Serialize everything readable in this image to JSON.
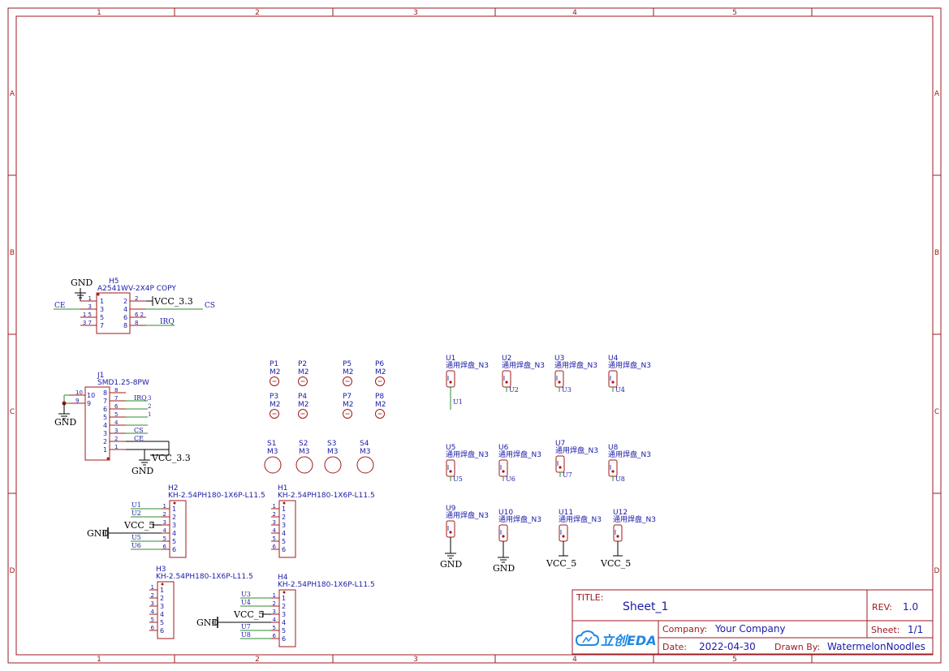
{
  "frame": {
    "columns": [
      "1",
      "2",
      "3",
      "4",
      "5"
    ],
    "rows": [
      "A",
      "B",
      "C",
      "D"
    ]
  },
  "colors": {
    "frame": "#9e1b20",
    "part": "#a01818",
    "text": "#1a1aa8",
    "wire": "#2e8b2e",
    "net": "#1a1aa8",
    "black": "#000000",
    "logo": "#1e88e5"
  },
  "title_block": {
    "title_label": "TITLE:",
    "title_value": "Sheet_1",
    "rev_label": "REV:",
    "rev_value": "1.0",
    "company_label": "Company:",
    "company_value": "Your Company",
    "sheet_label": "Sheet:",
    "sheet_value": "1/1",
    "date_label": "Date:",
    "date_value": "2022-04-30",
    "drawn_label": "Drawn By:",
    "drawn_value": "WatermelonNoodles",
    "logo_text": "立创EDA"
  },
  "components": {
    "h5": {
      "designator": "H5",
      "value": "A2541WV-2X4P COPY",
      "left_pins": [
        "1",
        "3",
        "5",
        "7"
      ],
      "right_pins": [
        "2",
        "4",
        "6",
        "8"
      ],
      "left_outer": [
        "1",
        "3",
        "1 5",
        "3 7"
      ],
      "right_outer": [
        "2",
        "",
        "6  2",
        "8"
      ],
      "net_gnd": "GND",
      "net_ce": "CE",
      "net_vcc": "VCC_3.3",
      "net_cs": "CS",
      "net_irq": "IRQ"
    },
    "j1": {
      "designator": "J1",
      "value": "SMD1.25-8PW",
      "pins": [
        "8",
        "7",
        "6",
        "5",
        "4",
        "3",
        "2",
        "1"
      ],
      "outer_pins": [
        "8",
        "7",
        "6",
        "5",
        "4",
        "3",
        "2",
        "1"
      ],
      "nets": [
        "",
        "IRQ",
        "",
        "",
        "",
        "CS",
        "CE",
        ""
      ],
      "net_nums": [
        "",
        "3",
        "2",
        "1",
        "",
        "",
        "",
        ""
      ],
      "mount_pins": [
        "10",
        "9"
      ],
      "outer_mount": [
        "10",
        "9"
      ],
      "net_gnd": "GND",
      "net_gnd2": "GND",
      "net_vcc": "VCC_3.3"
    },
    "pads_m2": [
      {
        "ref": "P1",
        "val": "M2"
      },
      {
        "ref": "P2",
        "val": "M2"
      },
      {
        "ref": "P5",
        "val": "M2"
      },
      {
        "ref": "P6",
        "val": "M2"
      },
      {
        "ref": "P3",
        "val": "M2"
      },
      {
        "ref": "P4",
        "val": "M2"
      },
      {
        "ref": "P7",
        "val": "M2"
      },
      {
        "ref": "P8",
        "val": "M2"
      }
    ],
    "pads_m3": [
      {
        "ref": "S1",
        "val": "M3"
      },
      {
        "ref": "S2",
        "val": "M3"
      },
      {
        "ref": "S3",
        "val": "M3"
      },
      {
        "ref": "S4",
        "val": "M3"
      }
    ],
    "solder_pads": [
      {
        "ref": "U1",
        "val": "通用焊盘_N3",
        "net": "U1"
      },
      {
        "ref": "U2",
        "val": "通用焊盘_N3",
        "net": "U2"
      },
      {
        "ref": "U3",
        "val": "通用焊盘_N3",
        "net": "U3"
      },
      {
        "ref": "U4",
        "val": "通用焊盘_N3",
        "net": "U4"
      },
      {
        "ref": "U5",
        "val": "通用焊盘_N3",
        "net": "U5"
      },
      {
        "ref": "U6",
        "val": "通用焊盘_N3",
        "net": "U6"
      },
      {
        "ref": "U7",
        "val": "通用焊盘_N3",
        "net": "U7"
      },
      {
        "ref": "U8",
        "val": "通用焊盘_N3",
        "net": "U8"
      },
      {
        "ref": "U9",
        "val": "通用焊盘_N3",
        "net": "GND"
      },
      {
        "ref": "U10",
        "val": "通用焊盘_N3",
        "net": "GND"
      },
      {
        "ref": "U11",
        "val": "通用焊盘_N3",
        "net": "VCC_5"
      },
      {
        "ref": "U12",
        "val": "通用焊盘_N3",
        "net": "VCC_5"
      }
    ],
    "headers": [
      {
        "ref": "H2",
        "val": "KH-2.54PH180-1X6P-L11.5",
        "pins": [
          "1",
          "2",
          "3",
          "4",
          "5",
          "6"
        ],
        "outer": [
          "1",
          "2",
          "3",
          "4",
          "5",
          "6"
        ],
        "nets": [
          "U1",
          "U2",
          "",
          "",
          "U5",
          "U6"
        ],
        "net_vcc": "VCC_5",
        "net_gnd": "GND"
      },
      {
        "ref": "H1",
        "val": "KH-2.54PH180-1X6P-L11.5",
        "pins": [
          "1",
          "2",
          "3",
          "4",
          "5",
          "6"
        ],
        "outer": [
          "1",
          "2",
          "3",
          "4",
          "5",
          "6"
        ],
        "nets": [
          "",
          "",
          "",
          "",
          "",
          ""
        ],
        "net_vcc": "",
        "net_gnd": ""
      },
      {
        "ref": "H3",
        "val": "KH-2.54PH180-1X6P-L11.5",
        "pins": [
          "1",
          "2",
          "3",
          "4",
          "5",
          "6"
        ],
        "outer": [
          "1",
          "2",
          "3",
          "4",
          "5",
          "6"
        ],
        "nets": [
          "",
          "",
          "",
          "",
          "",
          ""
        ],
        "net_vcc": "",
        "net_gnd": ""
      },
      {
        "ref": "H4",
        "val": "KH-2.54PH180-1X6P-L11.5",
        "pins": [
          "1",
          "2",
          "3",
          "4",
          "5",
          "6"
        ],
        "outer": [
          "1",
          "2",
          "3",
          "4",
          "5",
          "6"
        ],
        "nets": [
          "U3",
          "U4",
          "",
          "",
          "U7",
          "U8"
        ],
        "net_vcc": "VCC_5",
        "net_gnd": "GND"
      }
    ]
  }
}
